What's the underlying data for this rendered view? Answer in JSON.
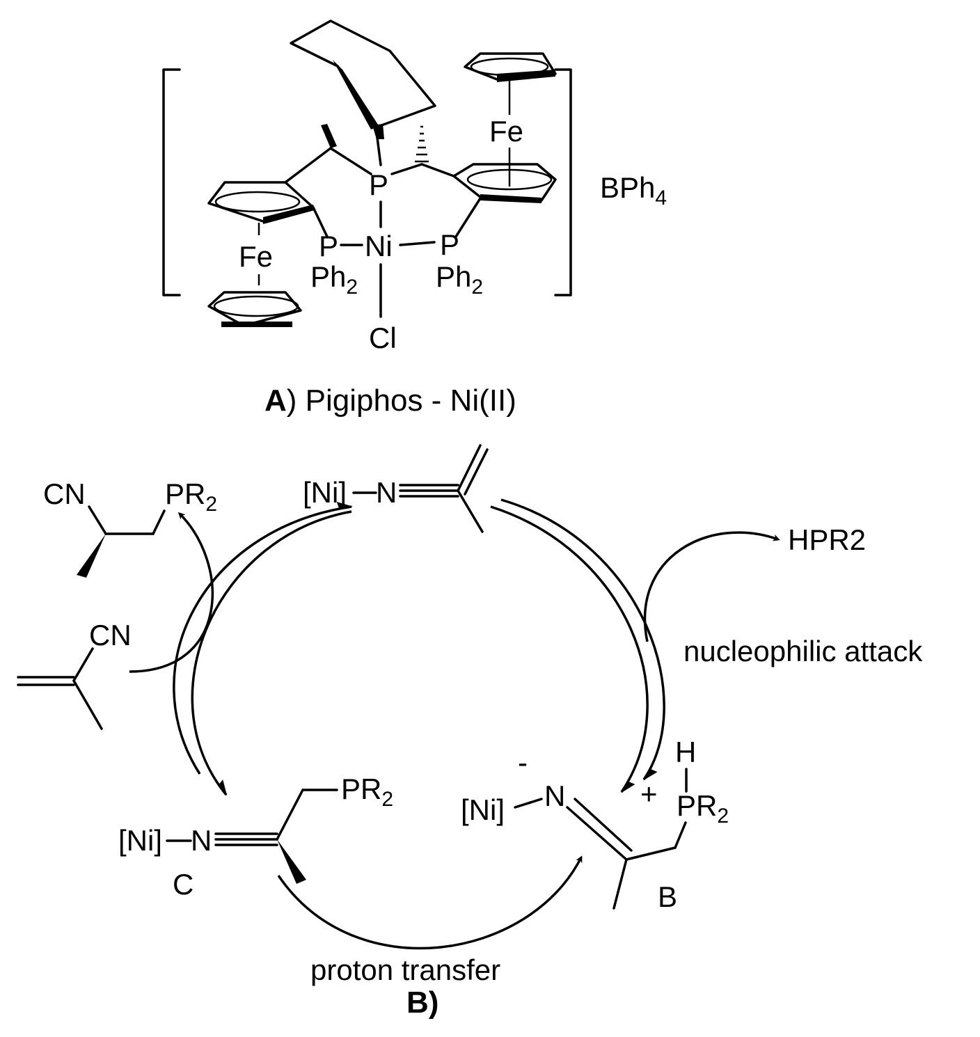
{
  "panel_a": {
    "counter_ion": "BPh",
    "counter_ion_sub": "4",
    "center_metal": "Ni",
    "phosphorus_central": "P",
    "phosphorus_left": "P",
    "phosphorus_right": "P",
    "ph2_left": "Ph",
    "ph2_left_sub": "2",
    "ph2_right": "Ph",
    "ph2_right_sub": "2",
    "iron_top": "Fe",
    "iron_bottom": "Fe",
    "chloride": "Cl",
    "caption_letter": "A",
    "caption_text": ") Pigiphos - Ni(II)"
  },
  "panel_b": {
    "top_complex": {
      "metal": "[Ni]",
      "nitrogen": "N"
    },
    "product": {
      "cn": "CN",
      "pr2": "PR",
      "pr2_sub": "2"
    },
    "substrate": {
      "cn": "CN"
    },
    "hpr2": "HPR2",
    "nucleophilic_label": "nucleophilic attack",
    "intermediate_b": {
      "metal": "[Ni]",
      "nitrogen": "N",
      "minus": "-",
      "plus": "+",
      "h": "H",
      "pr2": "PR",
      "pr2_sub": "2",
      "label": "B"
    },
    "intermediate_c": {
      "metal": "[Ni]",
      "nitrogen": "N",
      "pr2": "PR",
      "pr2_sub": "2",
      "label": "C"
    },
    "proton_label": "proton transfer",
    "caption": "B)"
  }
}
